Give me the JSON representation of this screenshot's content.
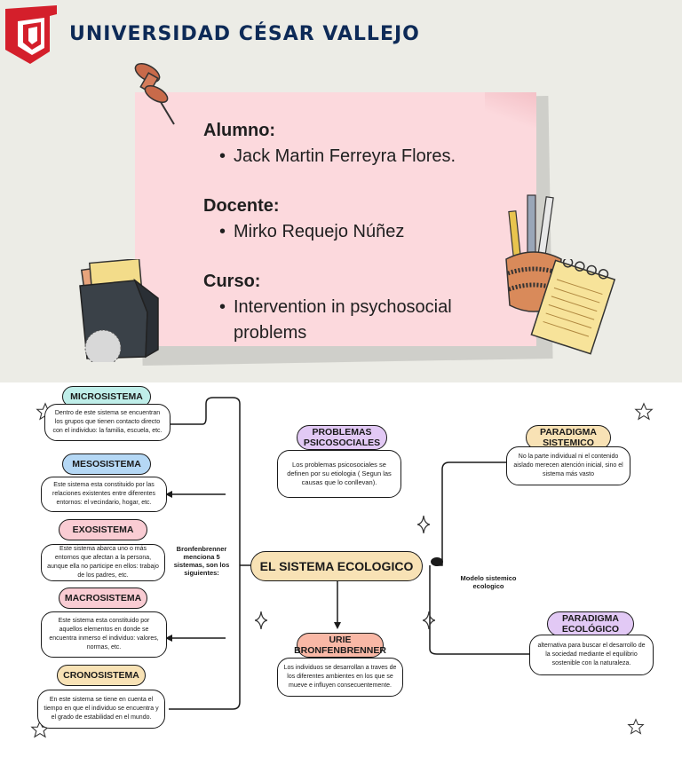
{
  "header": {
    "university": "UNIVERSIDAD CÉSAR VALLEJO",
    "brand_color": "#d41f2b",
    "text_color": "#0d2a57"
  },
  "card": {
    "student_label": "Alumno:",
    "student_name": "Jack Martin Ferreyra Flores.",
    "teacher_label": "Docente:",
    "teacher_name": "Mirko Requejo Núñez",
    "course_label": "Curso:",
    "course_name": "Intervention in psychosocial problems",
    "color": "#fcd9dd"
  },
  "decorations": [
    "pushpin-icon",
    "book-organizer-icon",
    "pencil-cup-icon",
    "notepad-icon",
    "star-icon",
    "sparkle-icon"
  ],
  "diagram": {
    "center": "EL SISTEMA ECOLOGICO",
    "left_note": "Bronfenbrenner menciona 5 sistemas, son los siguientes:",
    "right_note": "Modelo sistemico ecologico",
    "systems": [
      {
        "title": "MICROSISTEMA",
        "color": "#bfeee9",
        "text": "Dentro de este sistema se encuentran los grupos que tienen contacto directo con el individuo: la familia, escuela, etc."
      },
      {
        "title": "MESOSISTEMA",
        "color": "#b5d8f5",
        "text": "Este sistema esta constituido por las relaciones existentes entre diferentes entornos: el vecindario, hogar, etc."
      },
      {
        "title": "EXOSISTEMA",
        "color": "#f9ccd3",
        "text": "Este sistema abarca uno o más entornos que afectan a la persona, aunque ella no participe en ellos: trabajo de los padres, etc."
      },
      {
        "title": "MACROSISTEMA",
        "color": "#f9ccd3",
        "text": "Este sistema esta constituido por aquellos elementos en donde se encuentra inmerso el individuo: valores, normas, etc."
      },
      {
        "title": "CRONOSISTEMA",
        "color": "#f8e2b5",
        "text": "En este sistema se tiene en cuenta el tiempo en que el individuo se encuentra y el grado de estabilidad en el mundo."
      }
    ],
    "problemas": {
      "title": "PROBLEMAS PSICOSOCIALES",
      "color": "#e2c9f5",
      "text": "Los problemas psicosociales se definen por su etiologia ( Segun las causas que lo conllevan)."
    },
    "urie": {
      "title": "URIE BRONFENBRENNER",
      "color": "#f9b8a6",
      "text": "Los individuos se desarrollan a traves de los diferentes ambientes en los que se mueve e influyen consecuentemente."
    },
    "sistemico": {
      "title": "PARADIGMA SISTEMICO",
      "color": "#f8e2b5",
      "text": "No la parte individual ni el contenido aislado merecen atención inicial, sino el sistema más vasto"
    },
    "ecologico": {
      "title": "PARADIGMA ECOLÓGICO",
      "color": "#e2c9f5",
      "text": "alternativa para buscar el desarrollo de la sociedad mediante el equilibrio sostenible con la naturaleza."
    },
    "center_color": "#f8e2b5"
  }
}
